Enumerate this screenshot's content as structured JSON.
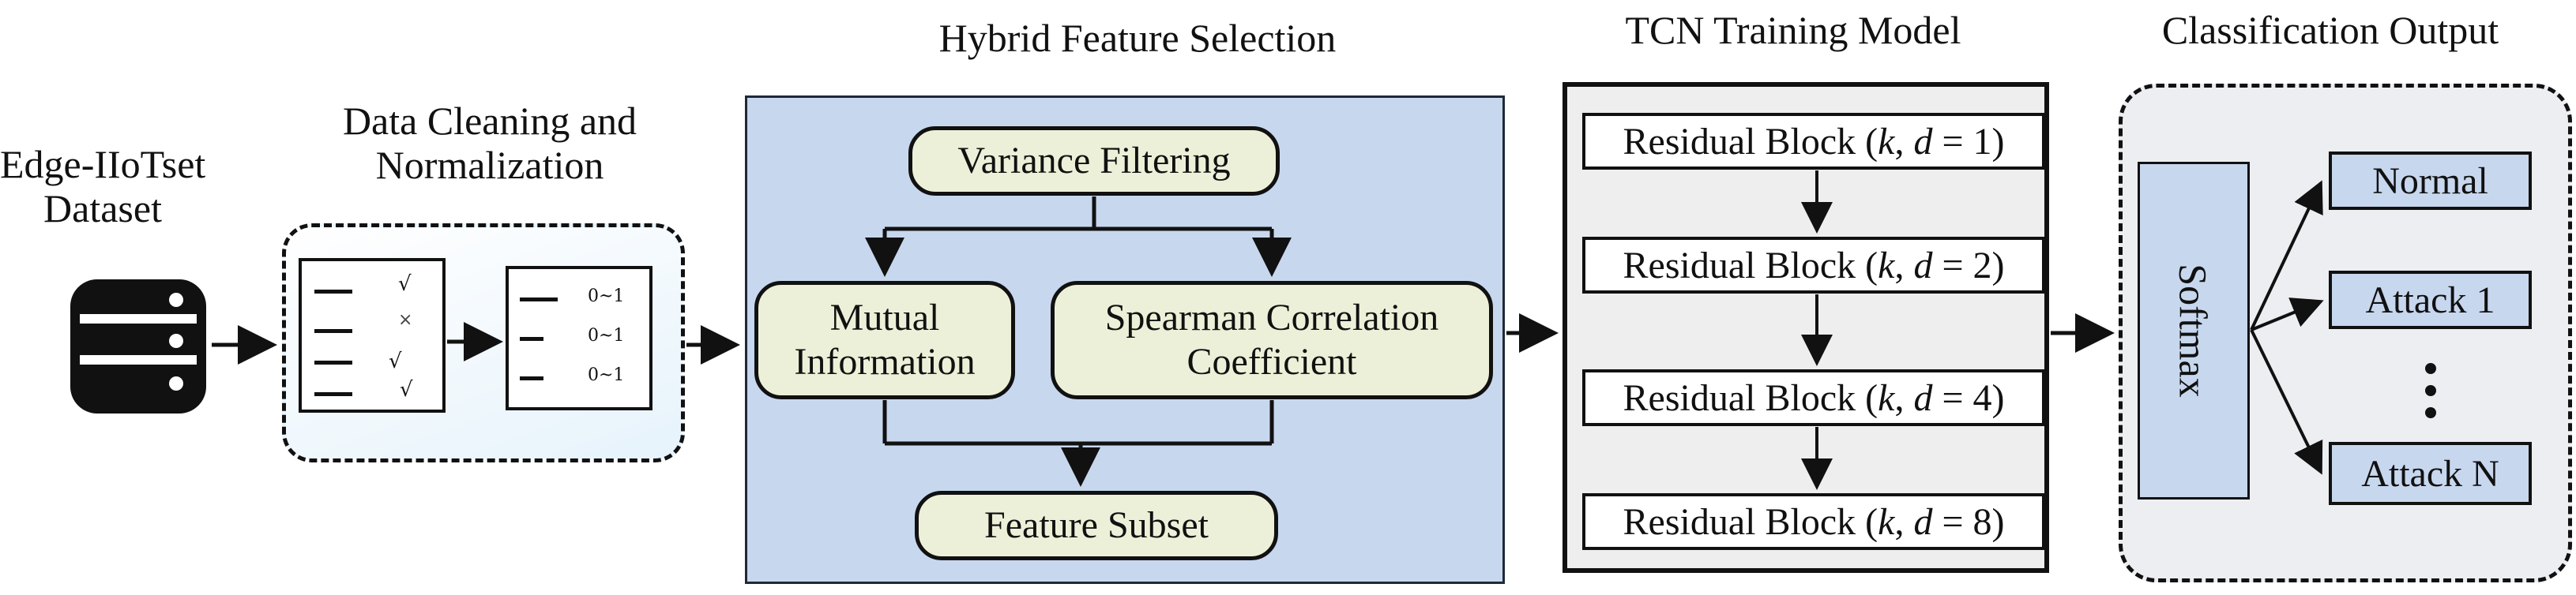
{
  "dataset": {
    "title_lines": [
      "Edge-IIoTset",
      "Dataset"
    ],
    "icon": "database-icon"
  },
  "cleaning": {
    "title_lines": [
      "Data Cleaning and",
      "Normalization"
    ],
    "left_sheet_marks": [
      "√",
      "×",
      "√",
      "√"
    ],
    "right_sheet_ranges": [
      "0~1",
      "0~1",
      "0~1"
    ]
  },
  "hybrid": {
    "title": "Hybrid Feature Selection",
    "variance": "Variance Filtering",
    "mutual_lines": [
      "Mutual",
      "Information"
    ],
    "spearman_lines": [
      "Spearman Correlation",
      "Coefficient"
    ],
    "subset": "Feature Subset"
  },
  "tcn": {
    "title": "TCN Training Model",
    "blocks": [
      {
        "label": "Residual Block",
        "d": "1"
      },
      {
        "label": "Residual Block",
        "d": "2"
      },
      {
        "label": "Residual Block",
        "d": "4"
      },
      {
        "label": "Residual Block",
        "d": "8"
      }
    ]
  },
  "classification": {
    "title": "Classification Output",
    "softmax": "Softmax",
    "outputs": [
      "Normal",
      "Attack 1",
      "Attack N"
    ]
  },
  "colors": {
    "panel_blue": "#c7d7ee",
    "pill_fill": "#edf0d8",
    "tcn_bg": "#eeeeee",
    "class_bg": "#eceef1"
  }
}
